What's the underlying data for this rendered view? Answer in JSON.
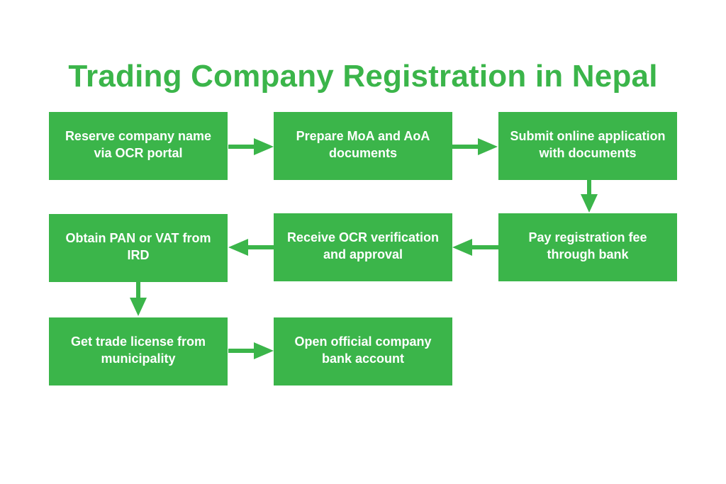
{
  "title": "Trading Company Registration in Nepal",
  "colors": {
    "accent": "#3bb54a",
    "box": "#3bb54a",
    "text": "#ffffff",
    "background": "#ffffff"
  },
  "steps": [
    {
      "label": "Reserve company name via OCR portal"
    },
    {
      "label": "Prepare MoA and AoA documents"
    },
    {
      "label": "Submit online application with documents"
    },
    {
      "label": "Pay registration fee through bank"
    },
    {
      "label": "Receive OCR verification and approval"
    },
    {
      "label": "Obtain PAN or VAT from IRD"
    },
    {
      "label": "Get trade license from municipality"
    },
    {
      "label": "Open official company bank account"
    }
  ],
  "flow": [
    {
      "from": 1,
      "to": 2
    },
    {
      "from": 2,
      "to": 3
    },
    {
      "from": 3,
      "to": 4
    },
    {
      "from": 4,
      "to": 5
    },
    {
      "from": 5,
      "to": 6
    },
    {
      "from": 6,
      "to": 7
    },
    {
      "from": 7,
      "to": 8
    }
  ]
}
